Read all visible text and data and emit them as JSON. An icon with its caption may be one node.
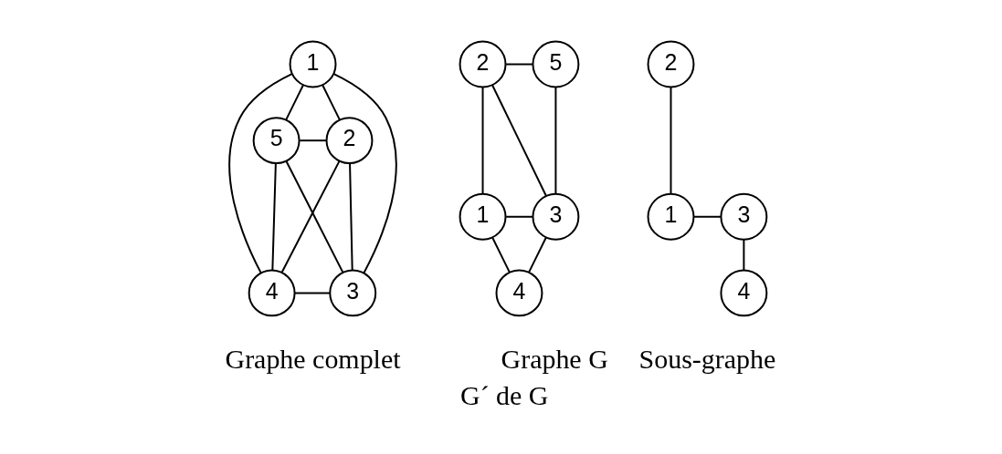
{
  "diagram": {
    "nodes": [
      {
        "text": [
          "1"
        ]
      },
      {
        "text": [
          "5"
        ]
      },
      {
        "text": [
          "2"
        ]
      },
      {
        "text": [
          "4"
        ]
      },
      {
        "text": [
          "3"
        ]
      },
      {
        "text": [
          "2"
        ]
      },
      {
        "text": [
          "5"
        ]
      },
      {
        "text": [
          "1"
        ]
      },
      {
        "text": [
          "3"
        ]
      },
      {
        "text": [
          "4"
        ]
      },
      {
        "text": [
          "2"
        ]
      },
      {
        "text": [
          "1"
        ]
      },
      {
        "text": [
          "3"
        ]
      },
      {
        "text": [
          "4"
        ]
      }
    ],
    "edges": [
      {
        "from": 0,
        "to": 1,
        "arrow": "none"
      },
      {
        "from": 0,
        "to": 2,
        "arrow": "none"
      },
      {
        "from": 0,
        "to": 3,
        "arrow": "none"
      },
      {
        "from": 0,
        "to": 4,
        "arrow": "none"
      },
      {
        "from": 1,
        "to": 2,
        "arrow": "none"
      },
      {
        "from": 1,
        "to": 3,
        "arrow": "none"
      },
      {
        "from": 1,
        "to": 4,
        "arrow": "none"
      },
      {
        "from": 2,
        "to": 3,
        "arrow": "none"
      },
      {
        "from": 2,
        "to": 4,
        "arrow": "none"
      },
      {
        "from": 3,
        "to": 4,
        "arrow": "none"
      },
      {
        "from": 5,
        "to": 6,
        "arrow": "none"
      },
      {
        "from": 5,
        "to": 7,
        "arrow": "none"
      },
      {
        "from": 5,
        "to": 8,
        "arrow": "none"
      },
      {
        "from": 6,
        "to": 8,
        "arrow": "none"
      },
      {
        "from": 7,
        "to": 8,
        "arrow": "none"
      },
      {
        "from": 7,
        "to": 9,
        "arrow": "none"
      },
      {
        "from": 8,
        "to": 9,
        "arrow": "none"
      },
      {
        "from": 10,
        "to": 11,
        "arrow": "none"
      },
      {
        "from": 11,
        "to": 12,
        "arrow": "none"
      },
      {
        "from": 12,
        "to": 13,
        "arrow": "none"
      }
    ],
    "labels": [
      "Graphe complet",
      "Graphe G",
      "Sous-graphe",
      "G´ de G"
    ]
  }
}
